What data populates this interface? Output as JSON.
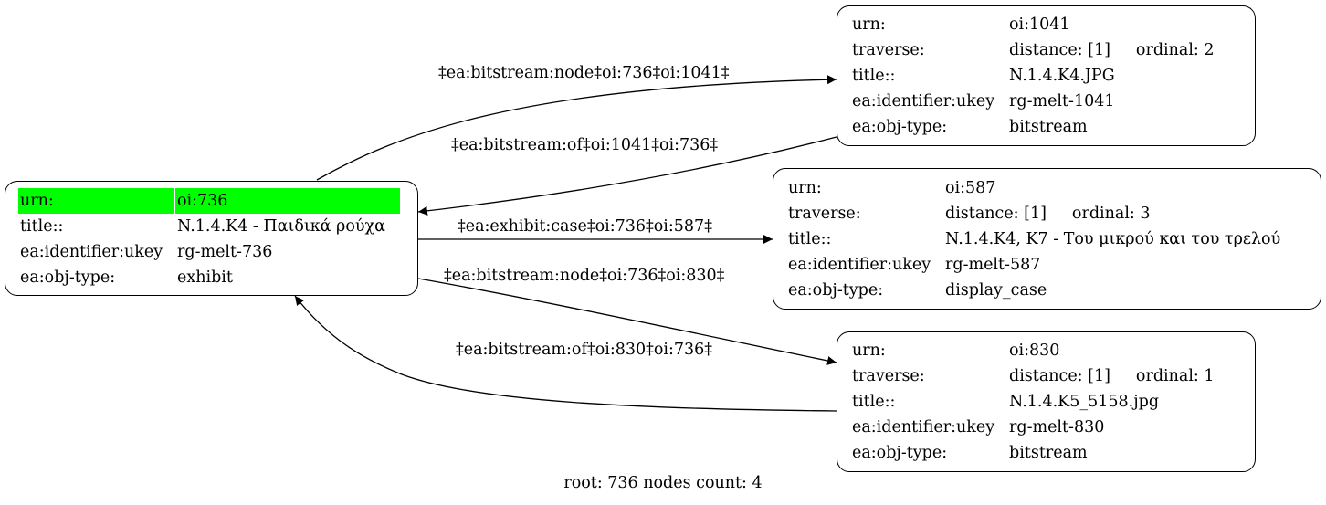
{
  "nodes": {
    "root": {
      "rows": [
        {
          "key": "urn:",
          "value": "oi:736"
        },
        {
          "key": "title::",
          "value": "N.1.4.K4 - Παιδικά ρούχα"
        },
        {
          "key": "ea:identifier:ukey",
          "value": "rg-melt-736"
        },
        {
          "key": "ea:obj-type:",
          "value": "exhibit"
        }
      ],
      "highlight_color": "#00ff00"
    },
    "n1041": {
      "urn_key": "urn:",
      "urn": "oi:1041",
      "traverse_key": "traverse:",
      "distance": "distance: [1]",
      "ordinal": "ordinal: 2",
      "title_key": "title::",
      "title": "N.1.4.K4.JPG",
      "ukey_key": "ea:identifier:ukey",
      "ukey": "rg-melt-1041",
      "type_key": "ea:obj-type:",
      "type": "bitstream"
    },
    "n587": {
      "urn_key": "urn:",
      "urn": "oi:587",
      "traverse_key": "traverse:",
      "distance": "distance: [1]",
      "ordinal": "ordinal: 3",
      "title_key": "title::",
      "title": "N.1.4.K4, K7 - Του μικρού και του τρελού",
      "ukey_key": "ea:identifier:ukey",
      "ukey": "rg-melt-587",
      "type_key": "ea:obj-type:",
      "type": "display_case"
    },
    "n830": {
      "urn_key": "urn:",
      "urn": "oi:830",
      "traverse_key": "traverse:",
      "distance": "distance: [1]",
      "ordinal": "ordinal: 1",
      "title_key": "title::",
      "title": "N.1.4.K5_5158.jpg",
      "ukey_key": "ea:identifier:ukey",
      "ukey": "rg-melt-830",
      "type_key": "ea:obj-type:",
      "type": "bitstream"
    }
  },
  "edges": {
    "e1": "‡ea:bitstream:node‡oi:736‡oi:1041‡",
    "e2": "‡ea:bitstream:of‡oi:1041‡oi:736‡",
    "e3": "‡ea:exhibit:case‡oi:736‡oi:587‡",
    "e4": "‡ea:bitstream:node‡oi:736‡oi:830‡",
    "e5": "‡ea:bitstream:of‡oi:830‡oi:736‡"
  },
  "footer": "root: 736 nodes count: 4"
}
